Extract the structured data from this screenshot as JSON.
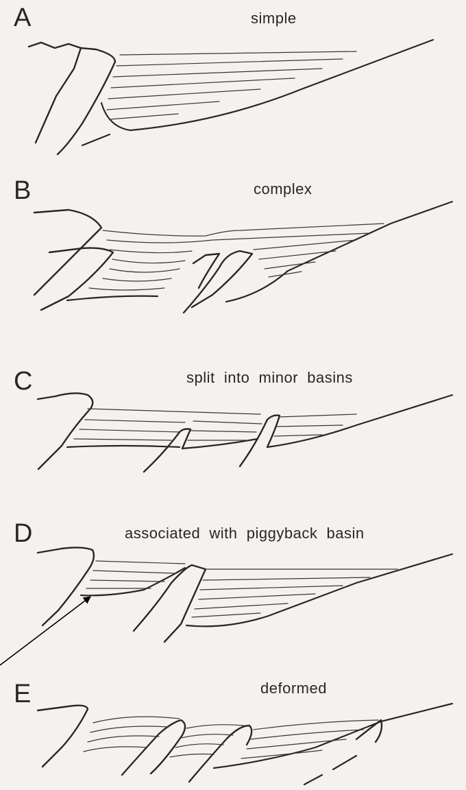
{
  "panels": [
    {
      "letter": "A",
      "caption": "simple"
    },
    {
      "letter": "B",
      "caption": "complex"
    },
    {
      "letter": "C",
      "caption": "split  into  minor  basins"
    },
    {
      "letter": "D",
      "caption": "associated  with  piggyback  basin"
    },
    {
      "letter": "E",
      "caption": "deformed"
    }
  ],
  "colors": {
    "ink": "#2a2622",
    "paper": "#f4f2ee",
    "arrow": "#000000"
  }
}
